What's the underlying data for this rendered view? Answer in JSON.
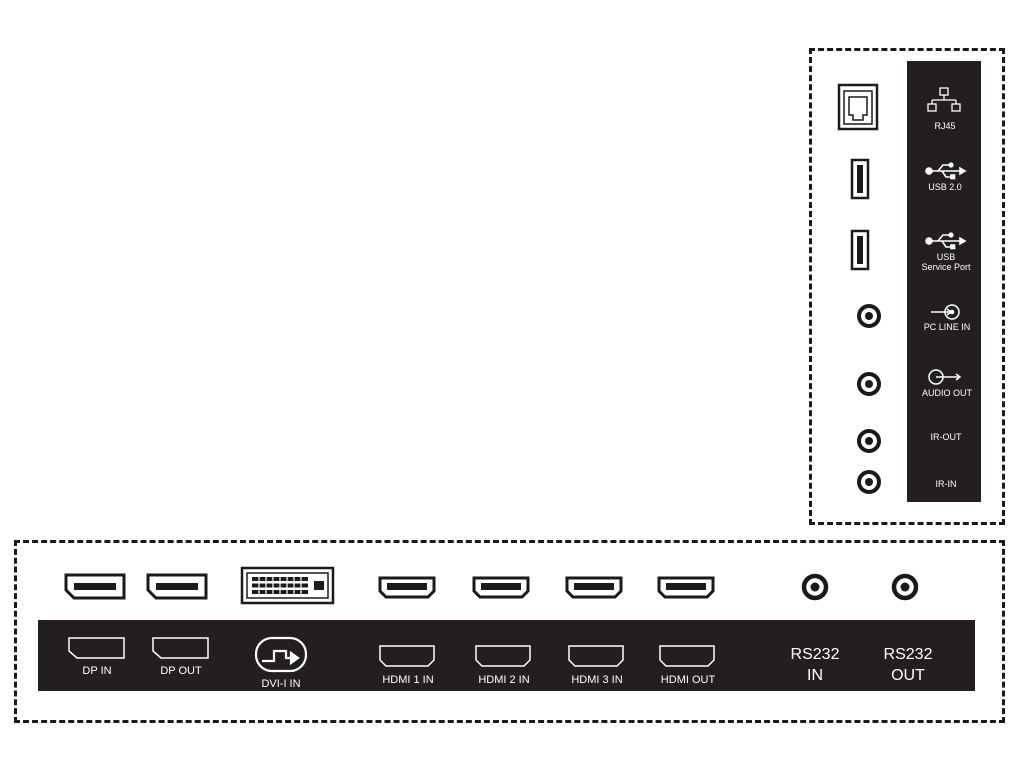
{
  "side_panel": {
    "labels": [
      {
        "id": "rj45",
        "icon": "network-icon",
        "lines": [
          "RJ45"
        ]
      },
      {
        "id": "usb2",
        "icon": "usb-icon",
        "lines": [
          "USB 2.0"
        ]
      },
      {
        "id": "usb-service",
        "icon": "usb-icon",
        "lines": [
          "USB",
          "Service Port"
        ]
      },
      {
        "id": "pc-line-in",
        "icon": "audio-in-icon",
        "lines": [
          "PC LINE IN"
        ]
      },
      {
        "id": "audio-out",
        "icon": "audio-out-icon",
        "lines": [
          "AUDIO OUT"
        ]
      },
      {
        "id": "ir-out",
        "lines": [
          "IR-OUT"
        ]
      },
      {
        "id": "ir-in",
        "lines": [
          "IR-IN"
        ]
      }
    ]
  },
  "bottom_panel": {
    "labels": [
      {
        "id": "dp-in",
        "icon": "displayport-icon",
        "lines": [
          "DP IN"
        ]
      },
      {
        "id": "dp-out",
        "icon": "displayport-icon",
        "lines": [
          "DP OUT"
        ]
      },
      {
        "id": "dvi-in",
        "icon": "dvi-input-icon",
        "lines": [
          "DVI-I IN"
        ]
      },
      {
        "id": "hdmi1-in",
        "icon": "hdmi-icon",
        "lines": [
          "HDMI 1 IN"
        ]
      },
      {
        "id": "hdmi2-in",
        "icon": "hdmi-icon",
        "lines": [
          "HDMI 2 IN"
        ]
      },
      {
        "id": "hdmi3-in",
        "icon": "hdmi-icon",
        "lines": [
          "HDMI 3 IN"
        ]
      },
      {
        "id": "hdmi-out",
        "icon": "hdmi-icon",
        "lines": [
          "HDMI OUT"
        ]
      },
      {
        "id": "rs232-in",
        "lines": [
          "RS232",
          "IN"
        ]
      },
      {
        "id": "rs232-out",
        "lines": [
          "RS232",
          "OUT"
        ]
      }
    ]
  },
  "colors": {
    "strip": "#231f20",
    "port": "#1a1a1a",
    "label_text": "#ffffff"
  }
}
